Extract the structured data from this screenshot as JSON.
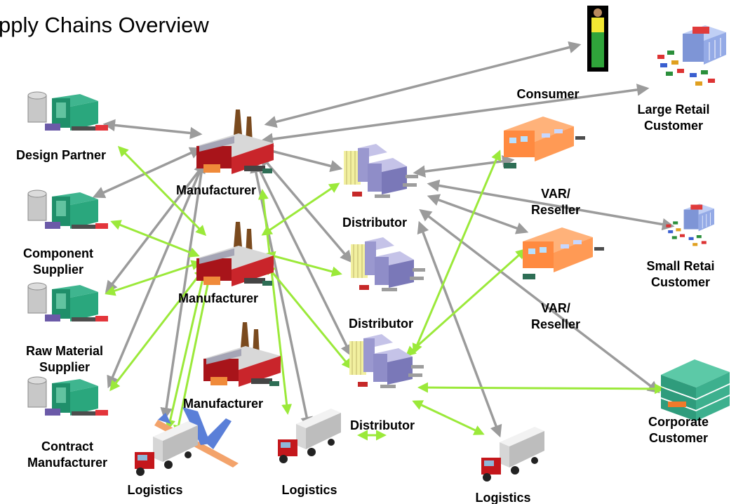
{
  "title": "pply Chains Overview",
  "colors": {
    "gray_link": "#9b9b9b",
    "green_link": "#9be93a"
  },
  "labels": {
    "design_partner": "Design Partner",
    "component_supplier": [
      "Component",
      "Supplier"
    ],
    "raw_material_supplier": [
      "Raw Material",
      "Supplier"
    ],
    "contract_manufacturer": [
      "Contract",
      "Manufacturer"
    ],
    "manufacturer_1": "Manufacturer",
    "manufacturer_2": "Manufacturer",
    "manufacturer_3": "Manufacturer",
    "distributor_1": "Distributor",
    "distributor_2": "Distributor",
    "distributor_3": "Distributor",
    "var_reseller_1": [
      "VAR/",
      "Reseller"
    ],
    "var_reseller_2": [
      "VAR/",
      "Reseller"
    ],
    "consumer": "Consumer",
    "large_retail": [
      "Large Retail",
      "Customer"
    ],
    "small_retail": [
      "Small Retai",
      "Customer"
    ],
    "corporate": [
      "Corporate",
      "Customer"
    ],
    "logistics_1": "Logistics",
    "logistics_2": "Logistics",
    "logistics_3": "Logistics"
  },
  "icons": {
    "supplier": "warehouse-icon",
    "factory": "factory-icon",
    "distributor": "distribution-center-icon",
    "reseller": "reseller-building-icon",
    "consumer": "person-icon",
    "retail": "retail-store-icon",
    "corporate": "office-building-icon",
    "truck": "truck-icon",
    "airplane": "airplane-icon"
  }
}
